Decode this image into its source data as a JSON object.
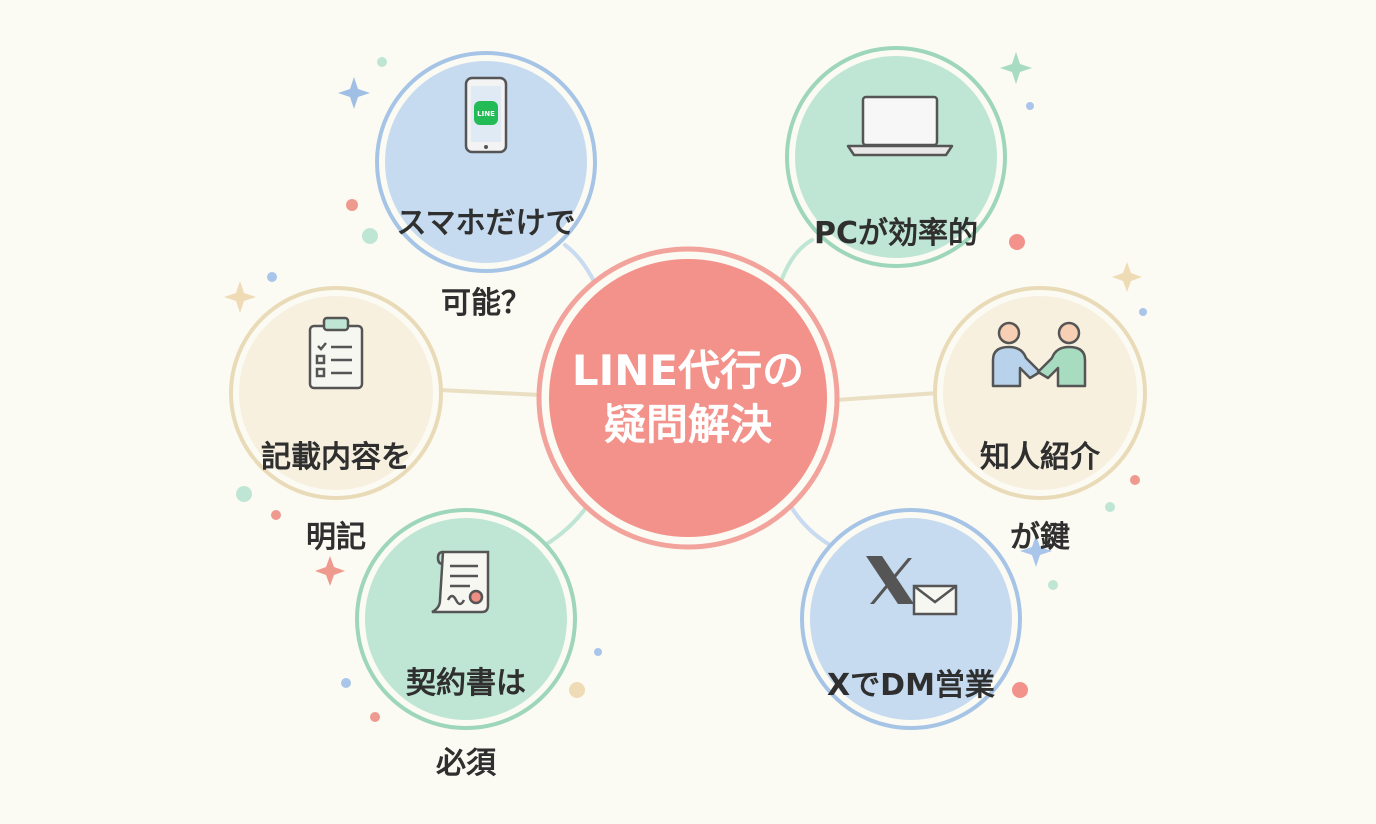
{
  "center": {
    "line1": "LINE代行の",
    "line2": "疑問解決"
  },
  "nodes": [
    {
      "id": "smartphone",
      "line1": "スマホだけで",
      "line2": "可能？",
      "icon": "smartphone-line-icon"
    },
    {
      "id": "pc",
      "line1": "PCが効率的",
      "line2": "",
      "icon": "laptop-icon"
    },
    {
      "id": "contents",
      "line1": "記載内容を",
      "line2": "明記",
      "icon": "clipboard-checklist-icon"
    },
    {
      "id": "referral",
      "line1": "知人紹介",
      "line2": "が鍵",
      "icon": "handshake-icon"
    },
    {
      "id": "contract",
      "line1": "契約書は",
      "line2": "必須",
      "icon": "contract-scroll-icon"
    },
    {
      "id": "xdm",
      "line1": "XでDM営業",
      "line2": "",
      "icon": "x-mail-icon"
    }
  ],
  "icon_labels": {
    "line_logo": "LINE"
  },
  "colors": {
    "background": "#fbfaf3",
    "center_fill": "#f2928a",
    "center_ring": "#f2a49c",
    "blue_fill": "#c7dbf0",
    "blue_ring": "#a6c4e6",
    "green_fill": "#bfe6d4",
    "green_ring": "#9dd6ba",
    "cream_fill": "#f7f0df",
    "cream_ring": "#eadbb8",
    "line_green": "#22bb55"
  }
}
